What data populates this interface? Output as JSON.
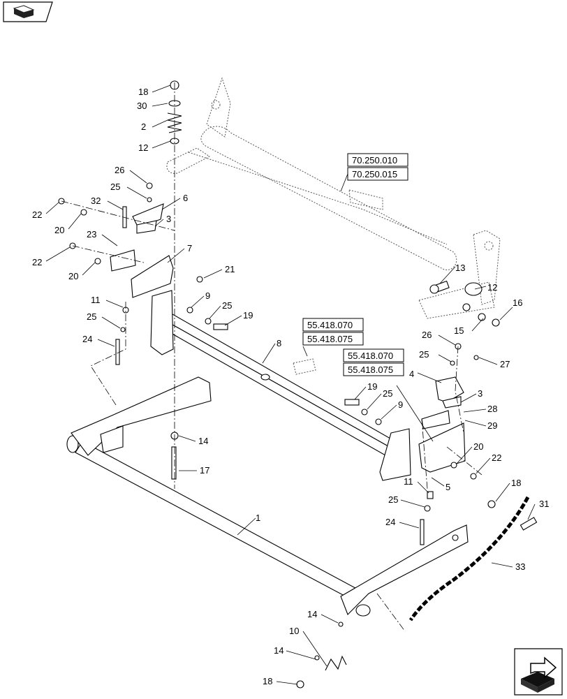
{
  "navigation": {
    "back_icon": "previous-page-icon",
    "next_icon": "next-page-icon"
  },
  "callouts": [
    {
      "id": "c18a",
      "label": "18"
    },
    {
      "id": "c30",
      "label": "30"
    },
    {
      "id": "c2",
      "label": "2"
    },
    {
      "id": "c12a",
      "label": "12"
    },
    {
      "id": "c26a",
      "label": "26"
    },
    {
      "id": "c25a",
      "label": "25"
    },
    {
      "id": "c6",
      "label": "6"
    },
    {
      "id": "c32",
      "label": "32"
    },
    {
      "id": "c3a",
      "label": "3"
    },
    {
      "id": "c22a",
      "label": "22"
    },
    {
      "id": "c20a",
      "label": "20"
    },
    {
      "id": "c23",
      "label": "23"
    },
    {
      "id": "c7",
      "label": "7"
    },
    {
      "id": "c22b",
      "label": "22"
    },
    {
      "id": "c20b",
      "label": "20"
    },
    {
      "id": "c21",
      "label": "21"
    },
    {
      "id": "c11a",
      "label": "11"
    },
    {
      "id": "c9a",
      "label": "9"
    },
    {
      "id": "c25b",
      "label": "25"
    },
    {
      "id": "c19a",
      "label": "19"
    },
    {
      "id": "c25c",
      "label": "25"
    },
    {
      "id": "c24a",
      "label": "24"
    },
    {
      "id": "c8",
      "label": "8"
    },
    {
      "id": "c13",
      "label": "13"
    },
    {
      "id": "c12b",
      "label": "12"
    },
    {
      "id": "c16",
      "label": "16"
    },
    {
      "id": "c15",
      "label": "15"
    },
    {
      "id": "c26b",
      "label": "26"
    },
    {
      "id": "c25d",
      "label": "25"
    },
    {
      "id": "c27",
      "label": "27"
    },
    {
      "id": "c4",
      "label": "4"
    },
    {
      "id": "c3b",
      "label": "3"
    },
    {
      "id": "c19b",
      "label": "19"
    },
    {
      "id": "c25e",
      "label": "25"
    },
    {
      "id": "c9b",
      "label": "9"
    },
    {
      "id": "c28",
      "label": "28"
    },
    {
      "id": "c29",
      "label": "29"
    },
    {
      "id": "c20c",
      "label": "20"
    },
    {
      "id": "c22c",
      "label": "22"
    },
    {
      "id": "c14a",
      "label": "14"
    },
    {
      "id": "c17",
      "label": "17"
    },
    {
      "id": "c11b",
      "label": "11"
    },
    {
      "id": "c5",
      "label": "5"
    },
    {
      "id": "c25f",
      "label": "25"
    },
    {
      "id": "c24b",
      "label": "24"
    },
    {
      "id": "c1",
      "label": "1"
    },
    {
      "id": "c18b",
      "label": "18"
    },
    {
      "id": "c31",
      "label": "31"
    },
    {
      "id": "c33",
      "label": "33"
    },
    {
      "id": "c14b",
      "label": "14"
    },
    {
      "id": "c10",
      "label": "10"
    },
    {
      "id": "c14c",
      "label": "14"
    },
    {
      "id": "c18c",
      "label": "18"
    }
  ],
  "references": [
    {
      "id": "r1",
      "label": "70.250.010"
    },
    {
      "id": "r2",
      "label": "70.250.015"
    },
    {
      "id": "r3",
      "label": "55.418.070"
    },
    {
      "id": "r4",
      "label": "55.418.075"
    },
    {
      "id": "r5",
      "label": "55.418.070"
    },
    {
      "id": "r6",
      "label": "55.418.075"
    }
  ]
}
